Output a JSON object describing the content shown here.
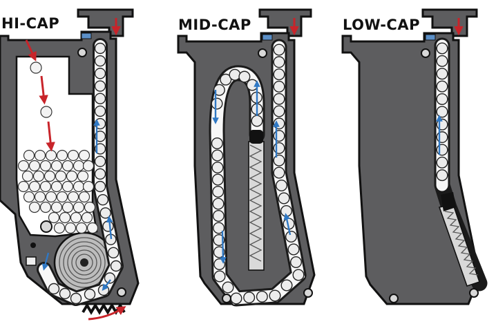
{
  "diagram": {
    "panels": [
      {
        "id": "hi-cap",
        "title": "HI-CAP"
      },
      {
        "id": "mid-cap",
        "title": "MID-CAP"
      },
      {
        "id": "low-cap",
        "title": "LOW-CAP"
      }
    ],
    "colors": {
      "magazine_body": "#5d5d5f",
      "track": "#1a1a1a",
      "ball": "#ececec",
      "feed_arrow": "#c8242a",
      "flow_arrow": "#2f78c4",
      "follower": "#111111"
    }
  }
}
